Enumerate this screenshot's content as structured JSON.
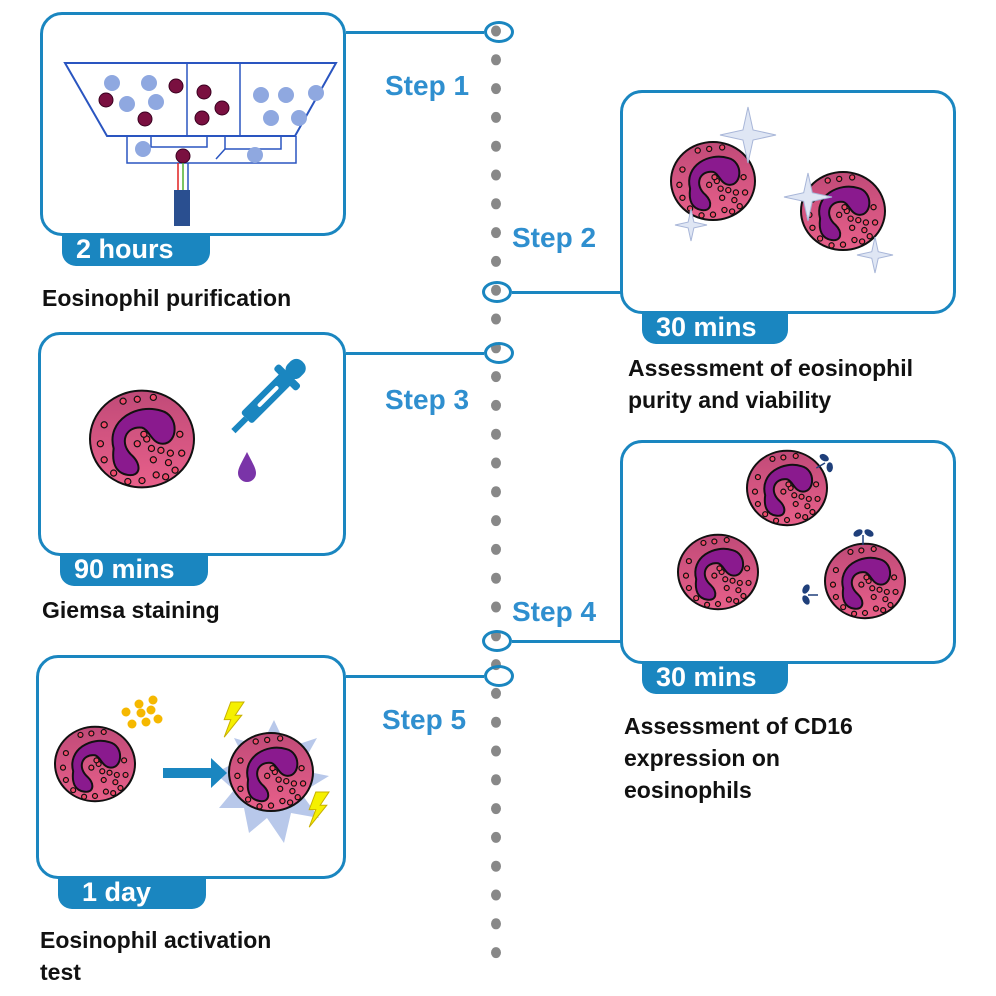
{
  "colors": {
    "accent": "#1a86c0",
    "step_text": "#2f8fcf",
    "timeline_dot": "#888888",
    "cell_body": "#e8608a",
    "cell_nucleus": "#8a1a8e",
    "granule": "#b0103a",
    "cell_small": "#8fa8e0",
    "stain_drop": "#7a34a8",
    "ligand": "#f5b800",
    "lightning": "#f5f000",
    "receptor": "#1f3f7a"
  },
  "steps": [
    {
      "label": "Step 1",
      "duration": "2 hours",
      "caption": "Eosinophil purification",
      "illustration": "microfluidic-sorting-chamber"
    },
    {
      "label": "Step 2",
      "duration": "30 mins",
      "caption": "Assessment  of eosinophil\npurity and viability",
      "illustration": "sparkling-eosinophils"
    },
    {
      "label": "Step 3",
      "duration": "90 mins",
      "caption": "Giemsa  staining",
      "illustration": "dropper-staining-eosinophil"
    },
    {
      "label": "Step 4",
      "duration": "30 mins",
      "caption": "Assessment  of CD16\nexpression  on\neosinophils",
      "illustration": "eosinophils-with-cd16-receptors"
    },
    {
      "label": "Step 5",
      "duration": "1 day",
      "caption": "Eosinophil  activation\ntest",
      "illustration": "eosinophil-activation"
    }
  ]
}
